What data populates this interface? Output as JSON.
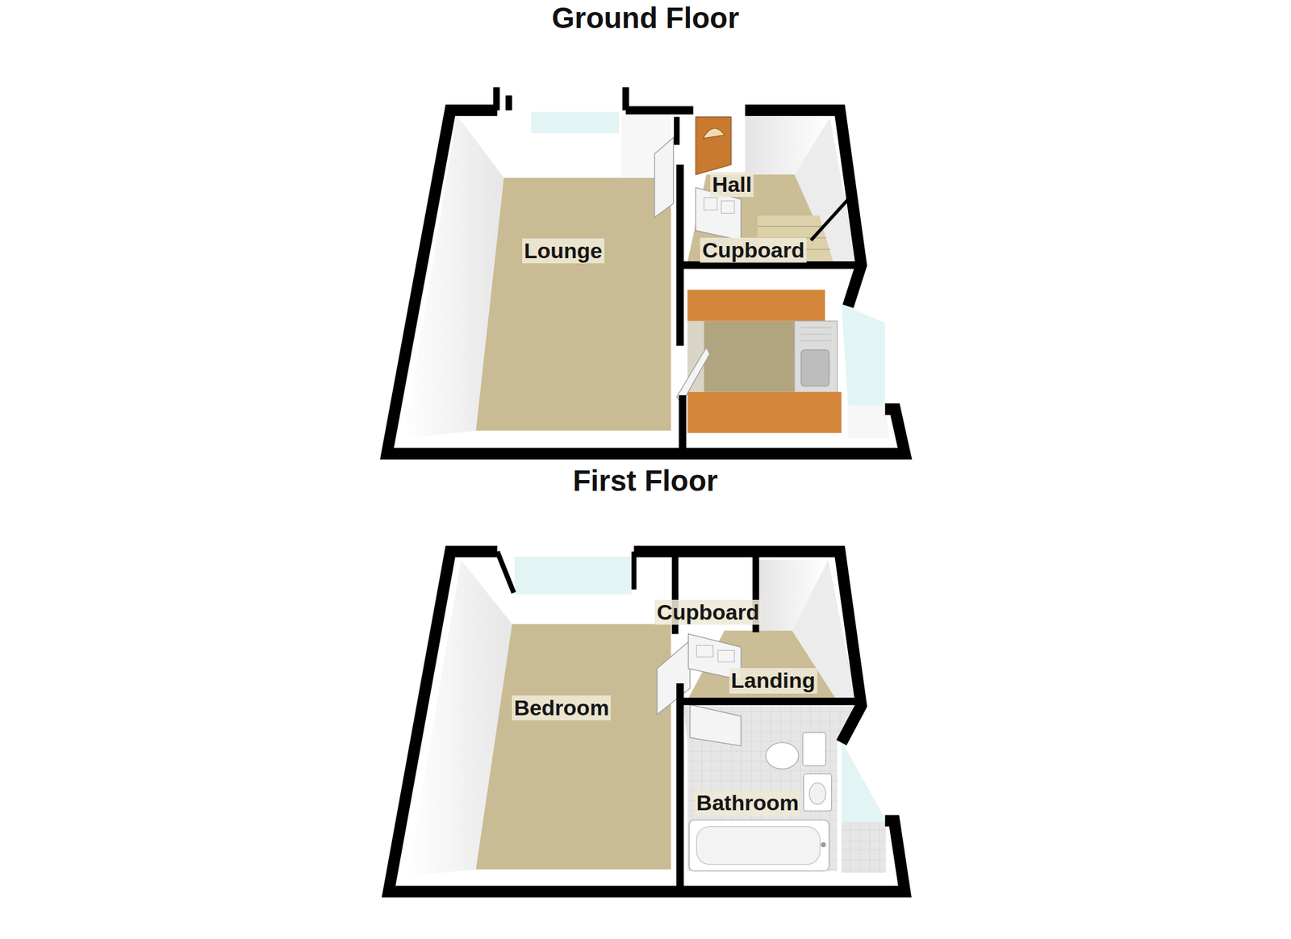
{
  "diagram": {
    "nodes": [
      {
        "text": [
          "Ground Floor"
        ]
      },
      {
        "text": [
          "Lounge"
        ],
        "in": 0
      },
      {
        "text": [
          "Hall"
        ],
        "in": 0
      },
      {
        "text": [
          "Cupboard"
        ],
        "in": 0
      },
      {
        "text": [
          "First Floor"
        ]
      },
      {
        "text": [
          "Bedroom"
        ],
        "in": 4
      },
      {
        "text": [
          "Cupboard"
        ],
        "in": 4
      },
      {
        "text": [
          "Landing"
        ],
        "in": 4
      },
      {
        "text": [
          "Bathroom"
        ],
        "in": 4
      }
    ]
  }
}
